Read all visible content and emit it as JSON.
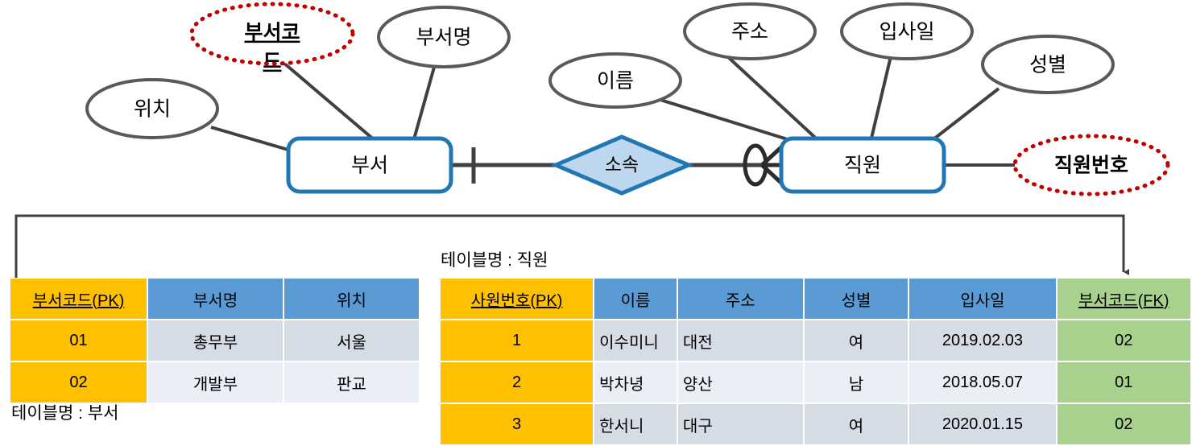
{
  "diagram": {
    "entities": [
      {
        "id": "dept",
        "label": "부서"
      },
      {
        "id": "emp",
        "label": "직원"
      }
    ],
    "relationship": {
      "label": "소속"
    },
    "attributes": [
      {
        "id": "loc",
        "label": "위치",
        "key": false
      },
      {
        "id": "deptcode",
        "label": "부서코드",
        "key": true,
        "wrap_line1": "부서코",
        "wrap_line2": "드"
      },
      {
        "id": "deptname",
        "label": "부서명",
        "key": false
      },
      {
        "id": "name",
        "label": "이름",
        "key": false
      },
      {
        "id": "addr",
        "label": "주소",
        "key": false
      },
      {
        "id": "hiredate",
        "label": "입사일",
        "key": false
      },
      {
        "id": "gender",
        "label": "성별",
        "key": false
      },
      {
        "id": "empno",
        "label": "직원번호",
        "key": true
      }
    ],
    "cardinality": {
      "dept_side": "one",
      "emp_side": "zero-or-many"
    },
    "colors": {
      "entity_border": "#1F78B4",
      "relationship_fill": "#BDD7EE",
      "relationship_border": "#1F78B4",
      "attribute_border": "#595959",
      "key_attribute_border": "#C00000",
      "connector": "#404040"
    }
  },
  "dept_table": {
    "caption": "테이블명 : 부서",
    "headers": [
      "부서코드(PK)",
      "부서명",
      "위치"
    ],
    "rows": [
      [
        "01",
        "총무부",
        "서울"
      ],
      [
        "02",
        "개발부",
        "판교"
      ]
    ]
  },
  "emp_table": {
    "caption": "테이블명 : 직원",
    "headers": [
      "사원번호(PK)",
      "이름",
      "주소",
      "성별",
      "입사일",
      "부서코드(FK)"
    ],
    "rows": [
      [
        "1",
        "이수미니",
        "대전",
        "여",
        "2019.02.03",
        "02"
      ],
      [
        "2",
        "박차녕",
        "양산",
        "남",
        "2018.05.07",
        "01"
      ],
      [
        "3",
        "한서니",
        "대구",
        "여",
        "2020.01.15",
        "02"
      ]
    ]
  },
  "fk_link": {
    "from": "부서코드(PK)",
    "to": "부서코드(FK)"
  }
}
